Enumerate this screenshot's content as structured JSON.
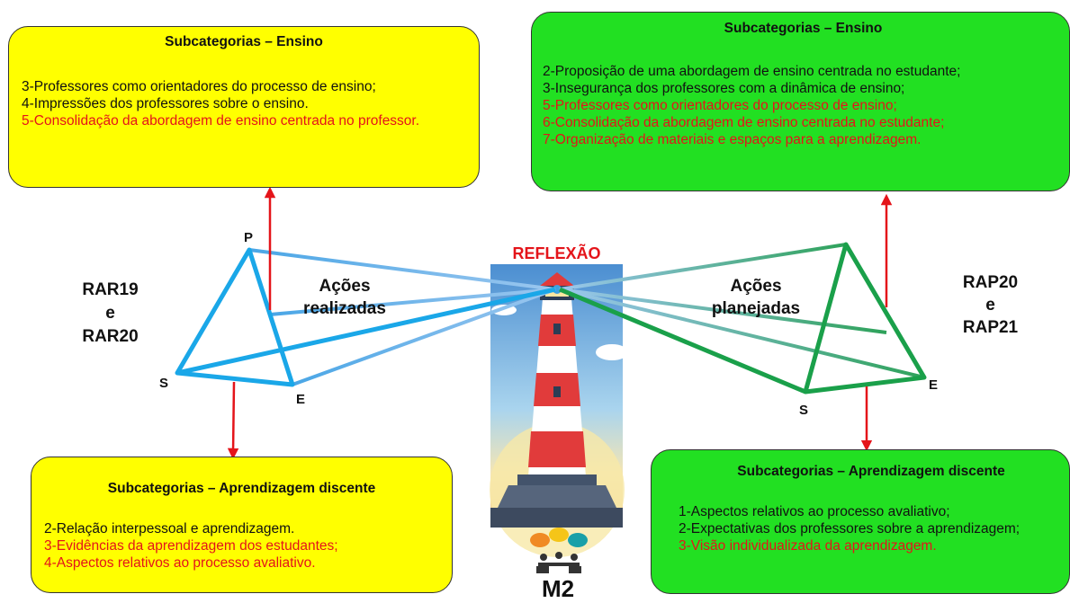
{
  "box_top_left": {
    "title": "Subcategorias – Ensino",
    "items": [
      {
        "text": "3-Professores como orientadores do processo de ensino;",
        "highlight": false
      },
      {
        "text": "4-Impressões dos professores sobre o ensino.",
        "highlight": false
      },
      {
        "text": "5-Consolidação da abordagem de ensino centrada no professor.",
        "highlight": true
      }
    ]
  },
  "box_bottom_left": {
    "title": "Subcategorias – Aprendizagem discente",
    "items": [
      {
        "text": "2-Relação interpessoal e aprendizagem.",
        "highlight": false
      },
      {
        "text": "3-Evidências da aprendizagem dos estudantes;",
        "highlight": true
      },
      {
        "text": "4-Aspectos relativos ao processo avaliativo.",
        "highlight": true
      }
    ]
  },
  "box_top_right": {
    "title": "Subcategorias – Ensino",
    "items": [
      {
        "text": "2-Proposição de uma abordagem de ensino centrada no estudante;",
        "highlight": false
      },
      {
        "text": "3-Insegurança dos professores com a dinâmica de ensino;",
        "highlight": false
      },
      {
        "text": "5-Professores como orientadores do processo de ensino;",
        "highlight": true
      },
      {
        "text": "6-Consolidação da abordagem de ensino centrada no estudante;",
        "highlight": true
      },
      {
        "text": "7-Organização de materiais e espaços para a aprendizagem.",
        "highlight": true
      }
    ]
  },
  "box_bottom_right": {
    "title": "Subcategorias – Aprendizagem discente",
    "items": [
      {
        "text": "1-Aspectos relativos ao processo avaliativo;",
        "highlight": false
      },
      {
        "text": "2-Expectativas dos professores sobre a aprendizagem;",
        "highlight": false
      },
      {
        "text": "3-Visão individualizada da aprendizagem.",
        "highlight": true
      }
    ]
  },
  "left_group": {
    "line1": "RAR19",
    "line2": "e",
    "line3": "RAR20"
  },
  "right_group": {
    "line1": "RAP20",
    "line2": "e",
    "line3": "RAP21"
  },
  "left_actions": {
    "line1": "Ações",
    "line2": "realizadas"
  },
  "right_actions": {
    "line1": "Ações",
    "line2": "planejadas"
  },
  "center": {
    "reflection": "REFLEXÃO",
    "module": "M2"
  },
  "vertices": {
    "p": "P",
    "s": "S",
    "e": "E"
  },
  "colors": {
    "yellow": "#ffff00",
    "green": "#22e022",
    "red_text": "#e4141a",
    "arrow": "#e4141a",
    "left_triangle": "#1aa7e8",
    "right_triangle": "#1aa04a"
  },
  "icons": [
    "lighthouse-icon",
    "meeting-people-icon",
    "speech-bubbles-icon"
  ]
}
